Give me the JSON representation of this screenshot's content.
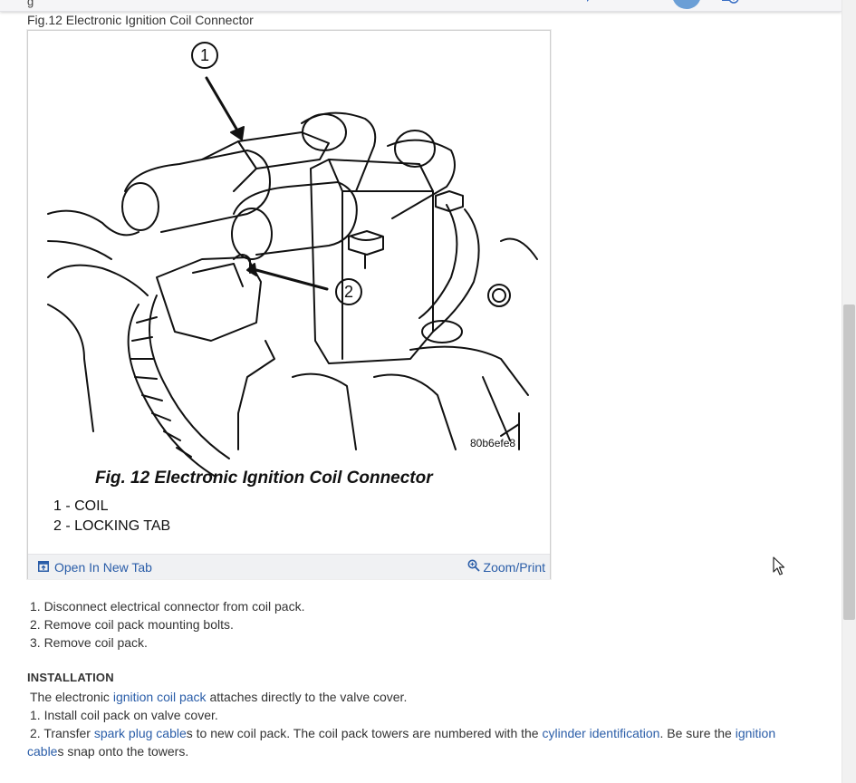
{
  "top_bar": {
    "partial_text": "g"
  },
  "figure": {
    "caption": "Fig.12 Electronic Ignition Coil Connector",
    "image": {
      "callout_1": "1",
      "callout_2": "2",
      "code": "80b6efe8",
      "title": "Fig. 12 Electronic Ignition Coil Connector",
      "legend": [
        "1 - COIL",
        "2 - LOCKING TAB"
      ]
    },
    "open_new_tab_label": "Open In New Tab",
    "zoom_print_label": "Zoom/Print"
  },
  "removal_steps": [
    "1. Disconnect electrical connector from coil pack.",
    "2. Remove coil pack mounting bolts.",
    "3. Remove coil pack."
  ],
  "installation": {
    "heading": "INSTALLATION",
    "intro_before": "The electronic ",
    "intro_link": "ignition coil pack",
    "intro_after": " attaches directly to the valve cover.",
    "step1": "1. Install coil pack on valve cover.",
    "step2_a": "2. Transfer ",
    "step2_link1": "spark plug cable",
    "step2_b": "s to new coil pack. The coil pack towers are numbered with the ",
    "step2_link2": "cylinder identification",
    "step2_c": ". Be sure the ",
    "step2_link3a": "ignition",
    "step2_link3b": "cable",
    "step2_d": "s snap onto the towers."
  },
  "colors": {
    "link": "#2a5da8",
    "text": "#333333",
    "footer_bg": "#f0f1f3"
  },
  "icons": [
    "chat-icon",
    "avatar",
    "add-document-icon",
    "chevron-icon",
    "open-new-tab-icon",
    "zoom-icon",
    "mouse-cursor-icon"
  ]
}
